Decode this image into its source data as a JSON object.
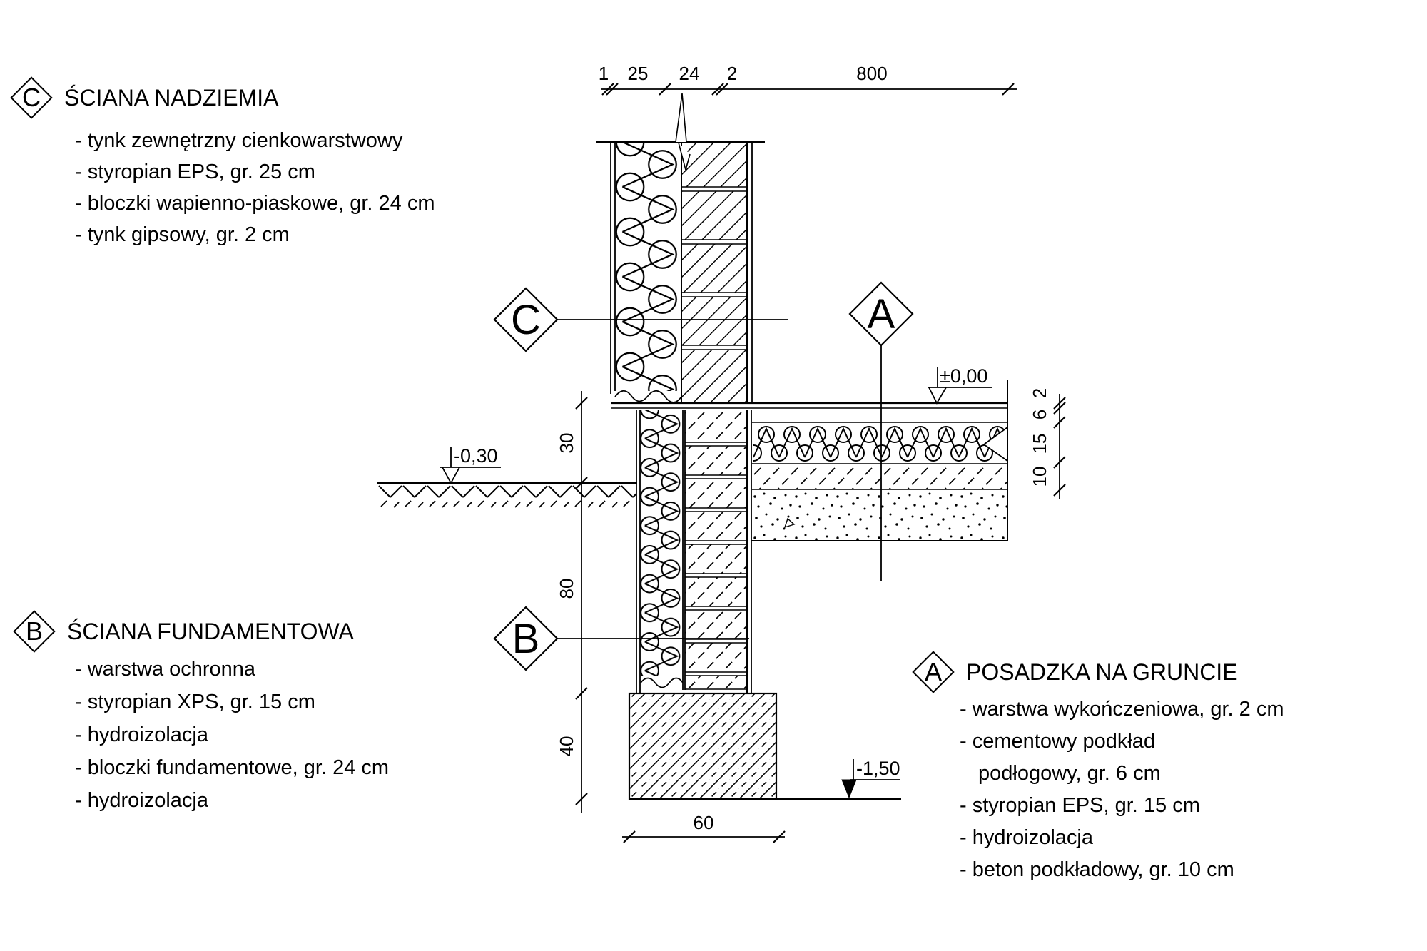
{
  "sections": {
    "wall_above": {
      "marker": "C",
      "title": "ŚCIANA NADZIEMIA",
      "items": [
        "- tynk zewnętrzny cienkowarstwowy",
        "- styropian EPS, gr. 25 cm",
        "- bloczki wapienno-piaskowe, gr. 24 cm",
        "- tynk gipsowy, gr. 2 cm"
      ]
    },
    "wall_foundation": {
      "marker": "B",
      "title": "ŚCIANA FUNDAMENTOWA",
      "items": [
        "- warstwa ochronna",
        "- styropian XPS, gr. 15 cm",
        "- hydroizolacja",
        "- bloczki  fundamentowe, gr. 24 cm",
        "- hydroizolacja"
      ]
    },
    "floor_on_ground": {
      "marker": "A",
      "title": "POSADZKA NA GRUNCIE",
      "items": [
        "- warstwa wykończeniowa, gr. 2 cm",
        "- cementowy podkład",
        "podłogowy, gr. 6 cm",
        "- styropian EPS, gr. 15 cm",
        "- hydroizolacja",
        "- beton podkładowy, gr. 10 cm"
      ]
    }
  },
  "drawing": {
    "section_markers": {
      "c": "C",
      "a": "A",
      "b": "B"
    },
    "dims": {
      "top": {
        "d1": "1",
        "d25": "25",
        "d24": "24",
        "d2": "2",
        "d800": "800"
      },
      "left": {
        "d30": "30",
        "d80": "80",
        "d40": "40"
      },
      "right": {
        "d2": "2",
        "d6": "6",
        "d15": "15",
        "d10": "10"
      },
      "bottom": {
        "d60": "60"
      }
    },
    "elevations": {
      "zero": "±0,00",
      "minus030": "-0,30",
      "minus150": "-1,50"
    }
  },
  "colors": {
    "line": "#000000",
    "background": "#ffffff"
  }
}
